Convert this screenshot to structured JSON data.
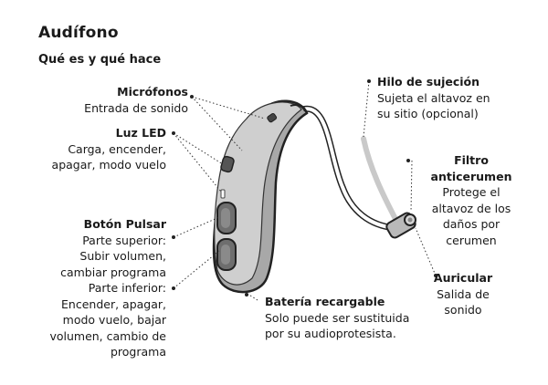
{
  "title": "Audífono",
  "subtitle": "Qué es y qué hace",
  "callouts": {
    "microphones": {
      "head": "Micrófonos",
      "desc": "Entrada de sonido"
    },
    "led": {
      "head": "Luz LED",
      "desc": "Carga, encender,\napagar, modo vuelo"
    },
    "push_button": {
      "head": "Botón Pulsar",
      "desc": "Parte superior:\nSubir volumen,\ncambiar programa"
    },
    "lower_part": {
      "head": "",
      "desc": "Parte inferior:\nEncender, apagar,\nmodo vuelo, bajar\nvolumen, cambio de\nprograma"
    },
    "battery": {
      "head": "Batería recargable",
      "desc": "Solo puede ser sustituida\npor su audioprotesista."
    },
    "retention": {
      "head": "Hilo de sujeción",
      "desc": "Sujeta el altavoz en\nsu sitio (opcional)"
    },
    "wax_filter": {
      "head": "Filtro\nanticerumen",
      "desc": "Protege el\naltavoz de los\ndaños por\ncerumen"
    },
    "receiver": {
      "head": "Auricular",
      "desc": "Salida de\nsonido"
    }
  }
}
